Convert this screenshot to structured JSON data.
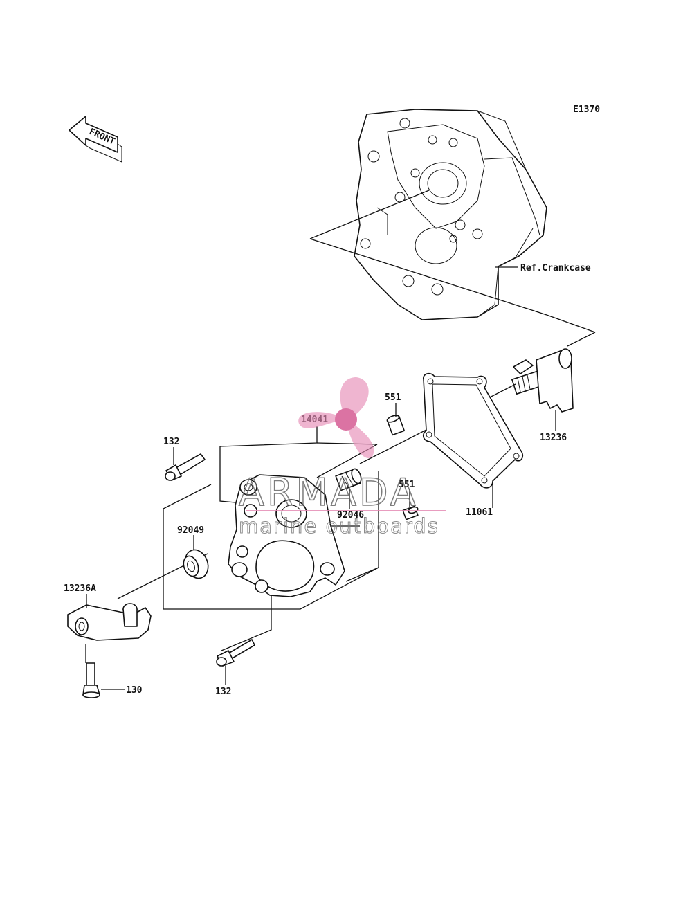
{
  "diagram": {
    "code": "E1370",
    "front_label": "FRONT",
    "ref_label": "Ref.Crankcase",
    "parts": {
      "p13236": "13236",
      "p11061": "11061",
      "p551_top": "551",
      "p551_bottom": "551",
      "p14041": "14041",
      "p92046": "92046",
      "p132_top": "132",
      "p132_bottom": "132",
      "p92049": "92049",
      "p13236A": "13236A",
      "p130": "130"
    }
  },
  "watermark": {
    "brand": "ARMADA",
    "tagline": "marine outboards",
    "accent_color": "#e58bb5",
    "icon": "propeller-icon"
  }
}
